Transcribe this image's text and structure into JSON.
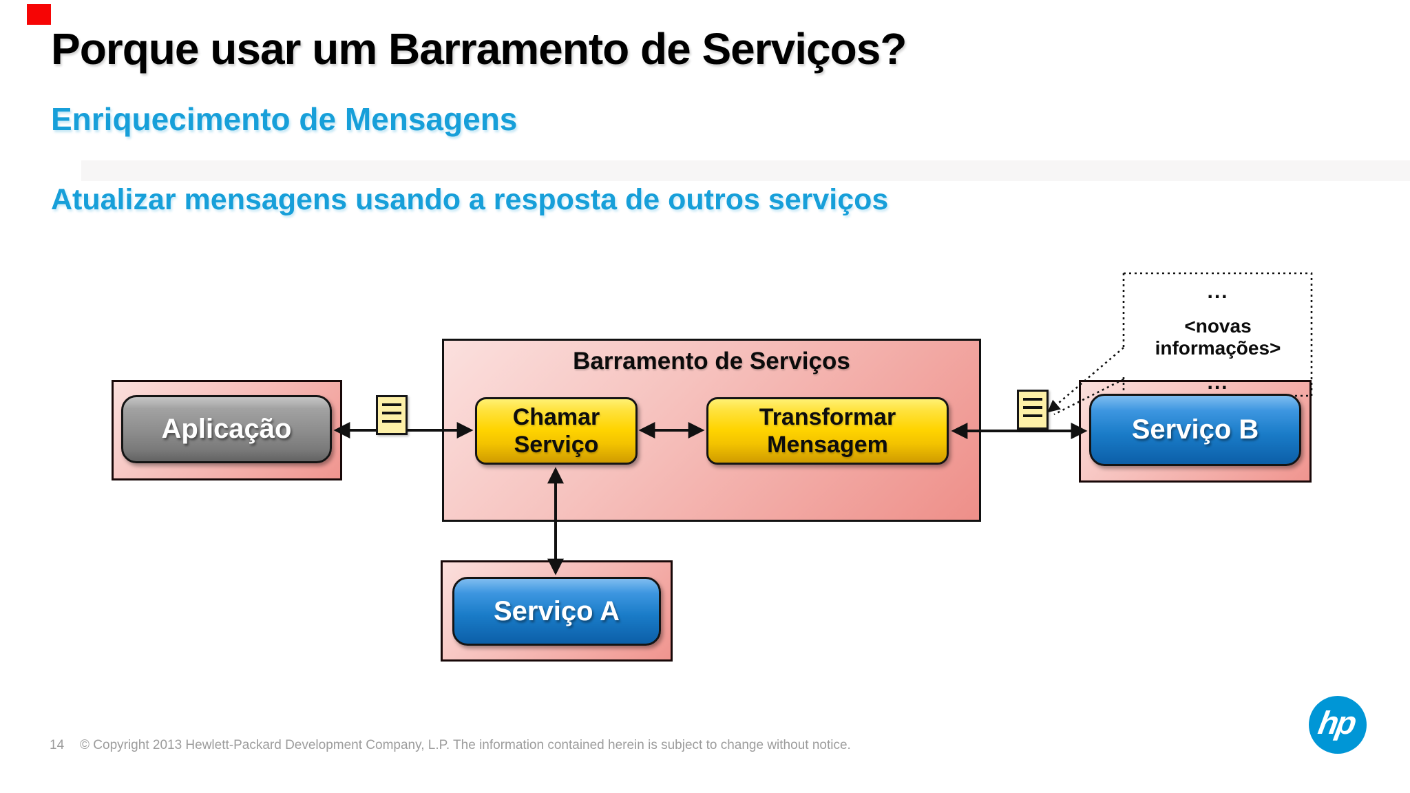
{
  "slide": {
    "title": "Porque usar um Barramento de Serviços?",
    "subtitle": "Enriquecimento de Mensagens",
    "statement": "Atualizar mensagens usando a resposta de outros serviços",
    "page_number": "14",
    "copyright": "© Copyright 2013 Hewlett-Packard Development Company, L.P.  The information contained herein is subject to change without notice.",
    "logo_text": "hp"
  },
  "diagram": {
    "application": {
      "label": "Aplicação"
    },
    "bus": {
      "title": "Barramento de Serviços",
      "call_service_label": "Chamar Serviço",
      "transform_label": "Transformar Mensagem"
    },
    "service_a": {
      "label": "Serviço A"
    },
    "service_b": {
      "label": "Serviço B"
    },
    "callout": {
      "dots_top": "...",
      "message": "<novas informações>",
      "dots_bottom": "..."
    }
  },
  "colors": {
    "heading_blue": "#179fd9",
    "accent_red": "#f60505",
    "bus_pink": "#f4a9a4",
    "node_yellow": "#ffd400",
    "service_blue": "#1a7cc8",
    "application_gray": "#8e8e8e",
    "note_yellow": "#fdf0a8",
    "hp_logo_blue": "#0096d6",
    "footer_gray": "#9c9c9c"
  }
}
